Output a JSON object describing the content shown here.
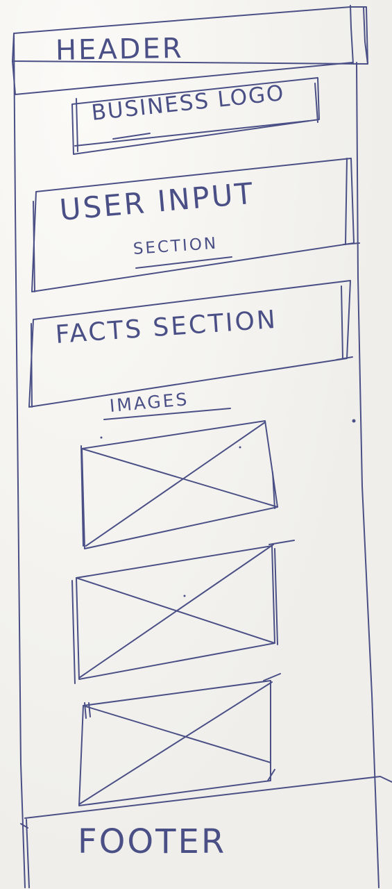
{
  "sketch": {
    "header": "HEADER",
    "business_logo": "BUSINESS LOGO",
    "user_input_line1": "USER INPUT",
    "user_input_line2": "SECTION",
    "facts_section": "FACTS SECTION",
    "images_label": "IMAGES",
    "footer": "FOOTER"
  },
  "colors": {
    "ink": "#4a4f86",
    "paper": "#efeeea"
  }
}
